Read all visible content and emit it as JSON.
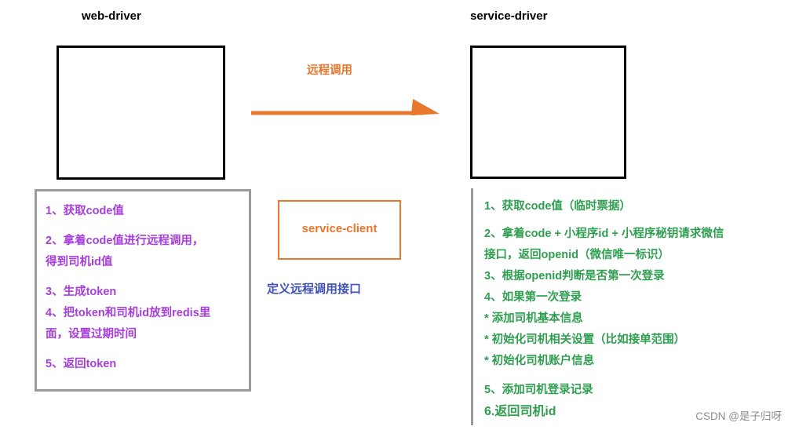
{
  "titles": {
    "web_driver": "web-driver",
    "service_driver": "service-driver"
  },
  "arrow": {
    "label": "远程调用",
    "color": "#e8762c",
    "direction": "left-to-right"
  },
  "left_panel": {
    "border_color": "#9b9b9b",
    "text_color": "#a63fd9",
    "items": [
      "1、获取code值",
      "2、拿着code值进行远程调用，",
      "得到司机id值",
      "3、生成token",
      "4、把token和司机id放到redis里",
      "面，设置过期时间",
      "5、返回token"
    ]
  },
  "service_client": {
    "label": "service-client",
    "caption": "定义远程调用接口",
    "border_color": "#e8762c",
    "caption_color": "#3f51b5"
  },
  "right_panel": {
    "border_color": "#9b9b9b",
    "text_color": "#2e9e4f",
    "items": [
      "1、获取code值（临时票据）",
      "2、拿着code + 小程序id + 小程序秘钥请求微信",
      "接口，返回openid（微信唯一标识）",
      "3、根据openid判断是否第一次登录",
      "4、如果第一次登录",
      "* 添加司机基本信息",
      "* 初始化司机相关设置（比如接单范围）",
      "* 初始化司机账户信息",
      "5、添加司机登录记录",
      "6.返回司机id"
    ]
  },
  "watermark": {
    "text": "CSDN @是子归呀"
  }
}
